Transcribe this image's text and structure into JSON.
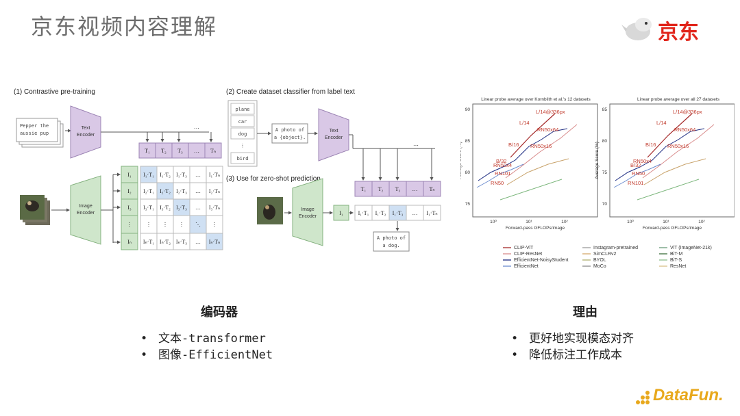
{
  "title": "京东视频内容理解",
  "logo": {
    "text": "京东",
    "color": "#e1251b"
  },
  "footer_logo": {
    "text": "DataFun."
  },
  "clip": {
    "step1": "(1) Contrastive pre-training",
    "step2": "(2) Create dataset classifier from label text",
    "step3": "(3) Use for zero-shot prediction",
    "input_text": [
      "Pepper the",
      "aussie pup"
    ],
    "text_encoder": [
      "Text",
      "Encoder"
    ],
    "image_encoder": [
      "Image",
      "Encoder"
    ],
    "labels": [
      "plane",
      "car",
      "dog",
      "⋮",
      "bird"
    ],
    "prompt": [
      "A photo of",
      "a {object}."
    ],
    "result": [
      "A photo of",
      "a dog."
    ],
    "t_tokens": [
      "T₁",
      "T₂",
      "T₃",
      "…",
      "Tₙ"
    ],
    "i_tokens": [
      "I₁",
      "I₂",
      "I₃",
      "⋮",
      "Iₙ"
    ],
    "matrix": [
      [
        "I₁·T₁",
        "I₁·T₂",
        "I₁·T₃",
        "…",
        "I₁·Tₙ"
      ],
      [
        "I₂·T₁",
        "I₂·T₂",
        "I₂·T₃",
        "…",
        "I₂·Tₙ"
      ],
      [
        "I₃·T₁",
        "I₃·T₂",
        "I₃·T₃",
        "…",
        "I₃·Tₙ"
      ],
      [
        "⋮",
        "⋮",
        "⋮",
        "⋱",
        "⋮"
      ],
      [
        "Iₙ·T₁",
        "Iₙ·T₂",
        "Iₙ·T₃",
        "…",
        "Iₙ·Tₙ"
      ]
    ],
    "zs_row": [
      "I₁·T₁",
      "I₁·T₂",
      "I₁·T₃",
      "…",
      "I₁·Tₙ"
    ],
    "colors": {
      "text_enc": "#d9c8e6",
      "img_enc": "#cfe6cb",
      "highlight": "#cfe0f3"
    }
  },
  "charts": {
    "left_title": "Linear probe average over Kornblith et al.'s 12 datasets",
    "right_title": "Linear probe average over all 27 datasets",
    "ylabel": "Average Score (%)",
    "xlabel": "Forward-pass GFLOPs/image",
    "left_yticks": [
      "90",
      "85",
      "80",
      "75"
    ],
    "right_yticks": [
      "85",
      "80",
      "75",
      "70"
    ],
    "xticks": [
      "10⁰",
      "10¹",
      "10²"
    ],
    "left_points": [
      "L/14@336px",
      "L/14",
      "RN50x64",
      "B/16",
      "RN50x16",
      "B/32",
      "RN50x4",
      "RN50",
      "RN101"
    ],
    "right_points": [
      "L/14@336px",
      "L/14",
      "RN50x64",
      "B/16",
      "RN50x16",
      "RN50x4",
      "B/32",
      "RN101",
      "RN50"
    ],
    "legend": [
      [
        "CLIP-ViT",
        "Instagram-pretrained",
        "ViT (ImageNet-21k)"
      ],
      [
        "CLIP-ResNet",
        "SimCLRv2",
        "BiT-M"
      ],
      [
        "EfficientNet-NoisyStudent",
        "BYOL",
        "BiT-S"
      ],
      [
        "EfficientNet",
        "MoCo",
        "ResNet"
      ]
    ],
    "colors": {
      "clip_vit": "#a52a2a",
      "clip_resnet": "#d98c8c",
      "effnet_ns": "#1b2a80",
      "effnet": "#6b8ccf"
    }
  },
  "left_section": {
    "header": "编码器",
    "bullets": [
      "文本-transformer",
      "图像-EfficientNet"
    ]
  },
  "right_section": {
    "header": "理由",
    "bullets": [
      "更好地实现模态对齐",
      "降低标注工作成本"
    ]
  },
  "bullet_char": "•"
}
